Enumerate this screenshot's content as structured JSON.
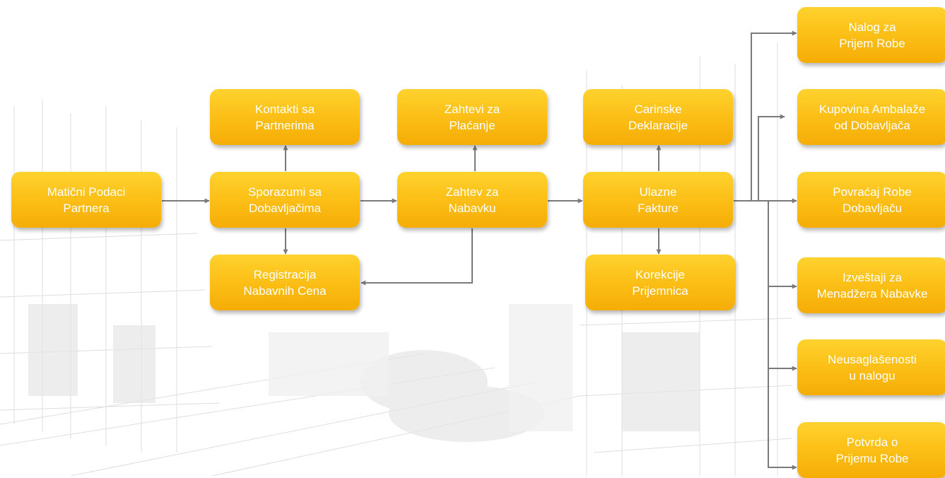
{
  "diagram": {
    "nodes": {
      "maticni": {
        "line1": "Matični Podaci",
        "line2": "Partnera"
      },
      "kontakti": {
        "line1": "Kontakti sa",
        "line2": "Partnerima"
      },
      "sporazumi": {
        "line1": "Sporazumi sa",
        "line2": "Dobavljačima"
      },
      "registracija": {
        "line1": "Registracija",
        "line2": "Nabavnih Cena"
      },
      "zahtevi_placanje": {
        "line1": "Zahtevi za",
        "line2": "Plaćanje"
      },
      "zahtev_nabavku": {
        "line1": "Zahtev za",
        "line2": "Nabavku"
      },
      "carinske": {
        "line1": "Carinske",
        "line2": "Deklaracije"
      },
      "ulazne": {
        "line1": "Ulazne",
        "line2": "Fakture"
      },
      "korekcije": {
        "line1": "Korekcije",
        "line2": "Prijemnica"
      },
      "nalog": {
        "line1": "Nalog za",
        "line2": "Prijem Robe"
      },
      "kupovina": {
        "line1": "Kupovina Ambalaže",
        "line2": "od Dobavljača"
      },
      "povracaj": {
        "line1": "Povraćaj Robe",
        "line2": "Dobavljaču"
      },
      "izvestaji": {
        "line1": "Izveštaji za",
        "line2": "Menadžera Nabavke"
      },
      "neusaglasenosti": {
        "line1": "Neusaglašenosti",
        "line2": "u nalogu"
      },
      "potvrda": {
        "line1": "Potvrda o",
        "line2": "Prijemu Robe"
      }
    },
    "colors": {
      "node_fill": "#fbbd14",
      "node_text": "#ffffff",
      "connector": "#7a7a7a"
    }
  }
}
